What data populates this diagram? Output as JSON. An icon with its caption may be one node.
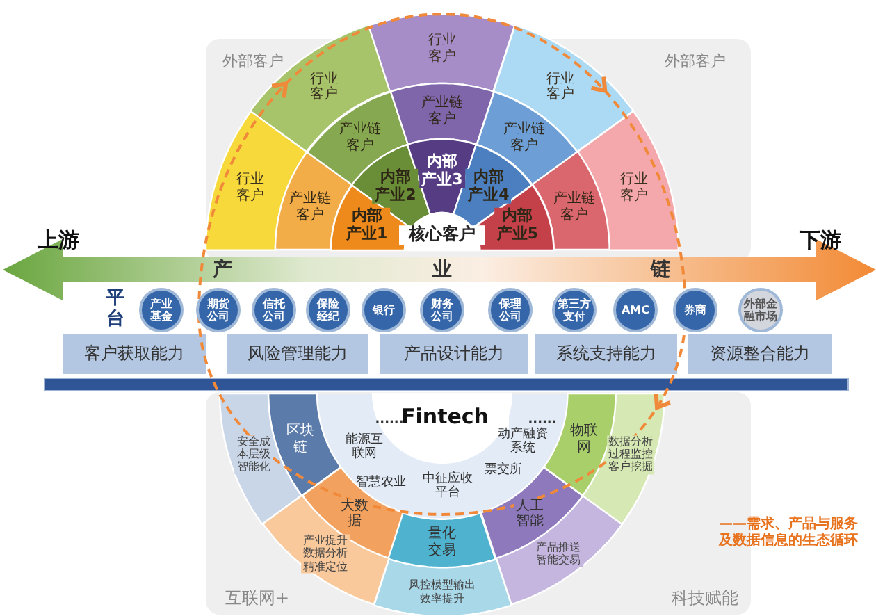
{
  "diagram": {
    "nodes": [
      {
        "text": [
          "行业客户"
        ]
      },
      {
        "text": [
          "产业链客户"
        ]
      },
      {
        "text": [
          "内部产业1"
        ]
      },
      {
        "text": [
          "行业客户"
        ]
      },
      {
        "text": [
          "产业链客户"
        ]
      },
      {
        "text": [
          "内部产业2"
        ]
      },
      {
        "text": [
          "行业客户"
        ]
      },
      {
        "text": [
          "产业链客户"
        ]
      },
      {
        "text": [
          "内部产业3"
        ]
      },
      {
        "text": [
          "行业客户"
        ]
      },
      {
        "text": [
          "产业链客户"
        ]
      },
      {
        "text": [
          "内部产业4"
        ]
      },
      {
        "text": [
          "行业客户"
        ]
      },
      {
        "text": [
          "产业链客户"
        ]
      },
      {
        "text": [
          "内部产业5"
        ]
      },
      {
        "text": [
          "核心客户"
        ]
      },
      {
        "text": [
          "产业基金"
        ]
      },
      {
        "text": [
          "期货公司"
        ]
      },
      {
        "text": [
          "信托公司"
        ]
      },
      {
        "text": [
          "保险经纪"
        ]
      },
      {
        "text": [
          "银行"
        ]
      },
      {
        "text": [
          "财务公司"
        ]
      },
      {
        "text": [
          "保理公司"
        ]
      },
      {
        "text": [
          "第三方支付"
        ]
      },
      {
        "text": [
          "AMC"
        ]
      },
      {
        "text": [
          "券商"
        ]
      },
      {
        "text": [
          "外部金融市场"
        ]
      },
      {
        "text": [
          "客户获取能力"
        ]
      },
      {
        "text": [
          "风险管理能力"
        ]
      },
      {
        "text": [
          "产品设计能力"
        ]
      },
      {
        "text": [
          "系统支持能力"
        ]
      },
      {
        "text": [
          "资源整合能力"
        ]
      },
      {
        "text": [
          "Fintech"
        ]
      },
      {
        "text": [
          "区块链"
        ]
      },
      {
        "text": [
          "大数据"
        ]
      },
      {
        "text": [
          "量化交易"
        ]
      },
      {
        "text": [
          "人工智能"
        ]
      },
      {
        "text": [
          "物联网"
        ]
      },
      {
        "text": [
          "安全成本层级智能化"
        ]
      },
      {
        "text": [
          "产业提升数据分析精准定位"
        ]
      },
      {
        "text": [
          "风控模型输出效率提升"
        ]
      },
      {
        "text": [
          "产品推送智能交易"
        ]
      },
      {
        "text": [
          "数据分析过程监控客户挖掘"
        ]
      },
      {
        "text": [
          "上游"
        ]
      },
      {
        "text": [
          "下游"
        ]
      }
    ],
    "edges": [
      {
        "from": 43,
        "to": 44,
        "arrow": "both",
        "style": "thick"
      }
    ],
    "labels": [
      "外部客户",
      "外部客户",
      "产",
      "业",
      "链",
      "平台",
      "......",
      "能源互联网",
      "智慧农业",
      "中征应收平台",
      "票交所",
      "动产融资系统",
      "......",
      "——需求、产品与服务及数据信息的生态循环",
      "互联网+",
      "科技赋能"
    ]
  }
}
